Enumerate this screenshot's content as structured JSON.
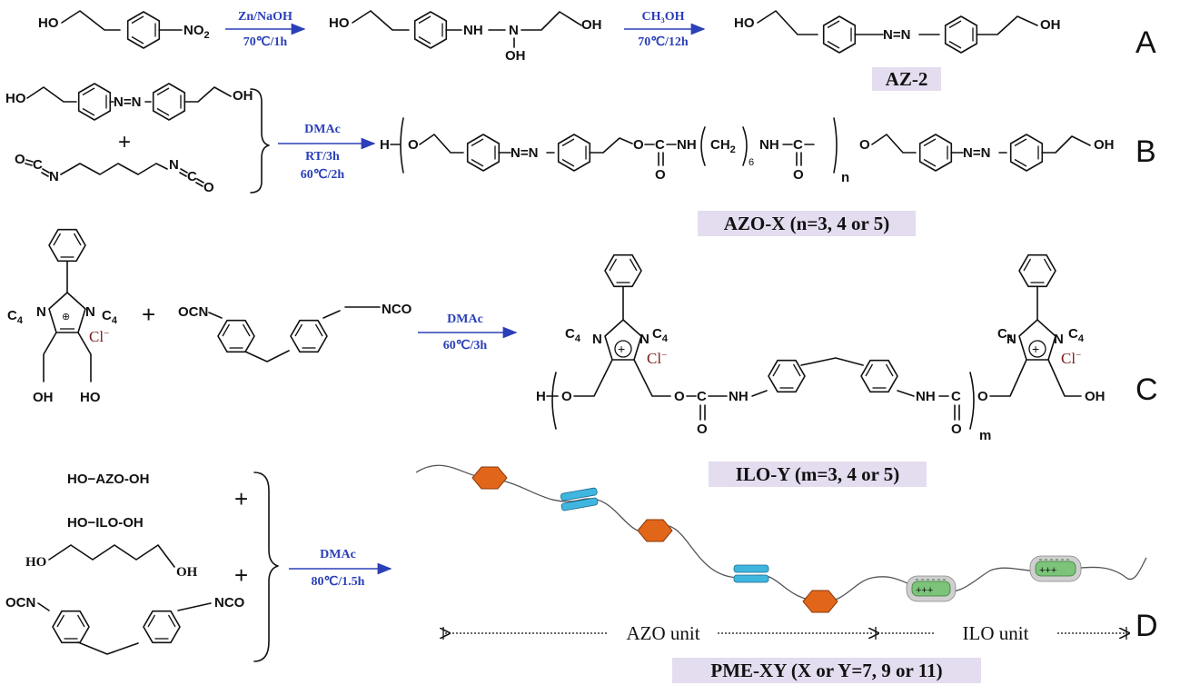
{
  "panels": {
    "A": "A",
    "B": "B",
    "C": "C",
    "D": "D"
  },
  "scheme_a": {
    "reactant_ho": "HO",
    "reactant_no2": "NO",
    "no2_sub": "2",
    "cond_top": "Zn/NaOH",
    "cond_bottom": "70℃/1h",
    "inter_ho": "HO",
    "inter_nh": "NH",
    "inter_n": "N",
    "inter_oh": "OH",
    "inter_oh2": "OH",
    "cond2_top": "CH₃OH",
    "cond2_bottom": "70℃/12h",
    "prod_ho": "HO",
    "prod_azo": "N=N",
    "prod_oh": "OH",
    "name": "AZ-2"
  },
  "scheme_b": {
    "r1_ho": "HO",
    "r1_azo": "N=N",
    "r1_oh": "OH",
    "plus": "+",
    "r2_o1": "O",
    "r2_c1": "C",
    "r2_n1": "N",
    "r2_n2": "N",
    "r2_c2": "C",
    "r2_o2": "O",
    "cond_top": "DMAc",
    "cond_mid": "RT/3h",
    "cond_bottom": "60℃/2h",
    "p_h": "H",
    "p_o1": "O",
    "p_azo": "N=N",
    "p_o2": "O",
    "p_c1": "C",
    "p_nh1": "NH",
    "p_ch2": "CH",
    "p_ch2_sub": "2",
    "p_six": "6",
    "p_nh2": "NH",
    "p_c2": "C",
    "p_o3": "O",
    "p_n": "n",
    "p_carb1": "O",
    "p_carb2": "O",
    "p_azo2": "N=N",
    "p_oh": "OH",
    "name": "AZO-X  (n=3, 4 or 5)"
  },
  "scheme_c": {
    "c4a": "C",
    "c4a_sub": "4",
    "n1": "N",
    "n2": "N",
    "c4b": "C",
    "c4b_sub": "4",
    "plus_sign": "⊕",
    "cl": "Cl",
    "cl_sup": "−",
    "oh1": "OH",
    "ho1": "HO",
    "plus": "+",
    "ocn": "OCN",
    "nco": "NCO",
    "cond_top": "DMAc",
    "cond_bottom": "60℃/3h",
    "p_c4a": "C",
    "p_c4a_sub": "4",
    "p_n1": "N",
    "p_n2": "N",
    "p_c4b": "C",
    "p_c4b_sub": "4",
    "p_cl": "Cl",
    "p_cl_sup": "−",
    "p_h": "H",
    "p_o1": "O",
    "p_o2": "O",
    "p_c": "C",
    "p_nh": "NH",
    "p_o_carb": "O",
    "p_nh2": "NH",
    "p_c2": "C",
    "p_o3": "O",
    "p_o4": "O",
    "p_m": "m",
    "p2_c4a": "C",
    "p2_c4a_sub": "4",
    "p2_n1": "N",
    "p2_n2": "N",
    "p2_c4b": "C",
    "p2_c4b_sub": "4",
    "p2_cl": "Cl",
    "p2_cl_sup": "−",
    "p2_oh": "OH",
    "name": "ILO-Y  (m=3, 4 or 5)"
  },
  "scheme_d": {
    "r1": "HO−AZO-OH",
    "r2": "HO−ILO-OH",
    "r3_ho": "HO",
    "r3_oh": "OH",
    "r4_ocn": "OCN",
    "r4_nco": "NCO",
    "plus1": "+",
    "plus2": "+",
    "cond_top": "DMAc",
    "cond_bottom": "80℃/1.5h",
    "azo_unit": "AZO  unit",
    "ilo_unit": "ILO  unit",
    "plus_marks": "+++",
    "name": "PME-XY  (X or Y=7, 9 or 11)"
  },
  "colors": {
    "arrow": "#2a3fb8",
    "badge": "#e4dcef",
    "orange_unit": "#e2661a",
    "blue_unit": "#3fb6e0",
    "green_unit": "#7bc47a",
    "chloride": "#7a1d1d"
  }
}
